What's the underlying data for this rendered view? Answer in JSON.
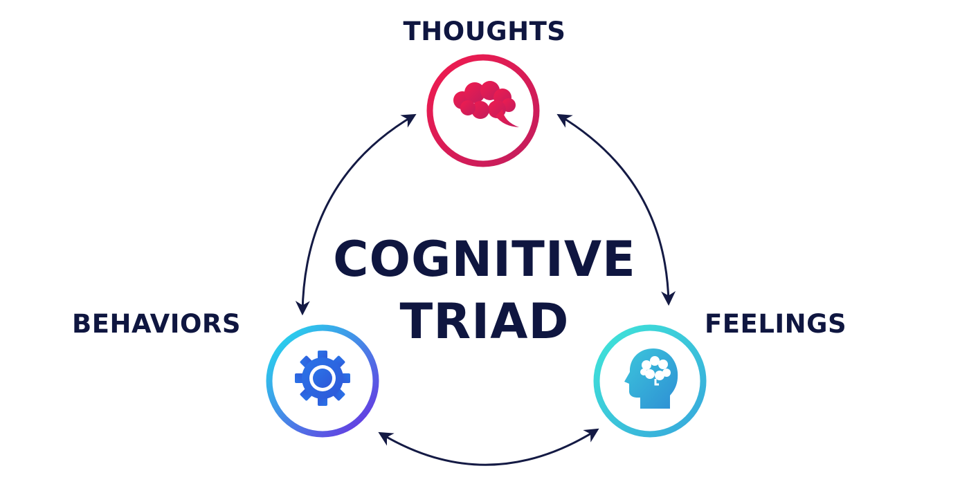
{
  "title": {
    "line1": "COGNITIVE",
    "line2": "TRIAD"
  },
  "nodes": {
    "thoughts": {
      "label": "THOUGHTS",
      "icon": "thought-bubble-icon",
      "color_start": "#e8174f",
      "color_end": "#c71d5a"
    },
    "behaviors": {
      "label": "BEHAVIORS",
      "icon": "gear-icon",
      "color_start": "#25d7ea",
      "color_end": "#6a2fe0"
    },
    "feelings": {
      "label": "FEELINGS",
      "icon": "head-brain-icon",
      "color_start": "#3fe0dc",
      "color_end": "#3aa7d8"
    }
  },
  "colors": {
    "text": "#0f1640",
    "arrow": "#141a44"
  }
}
